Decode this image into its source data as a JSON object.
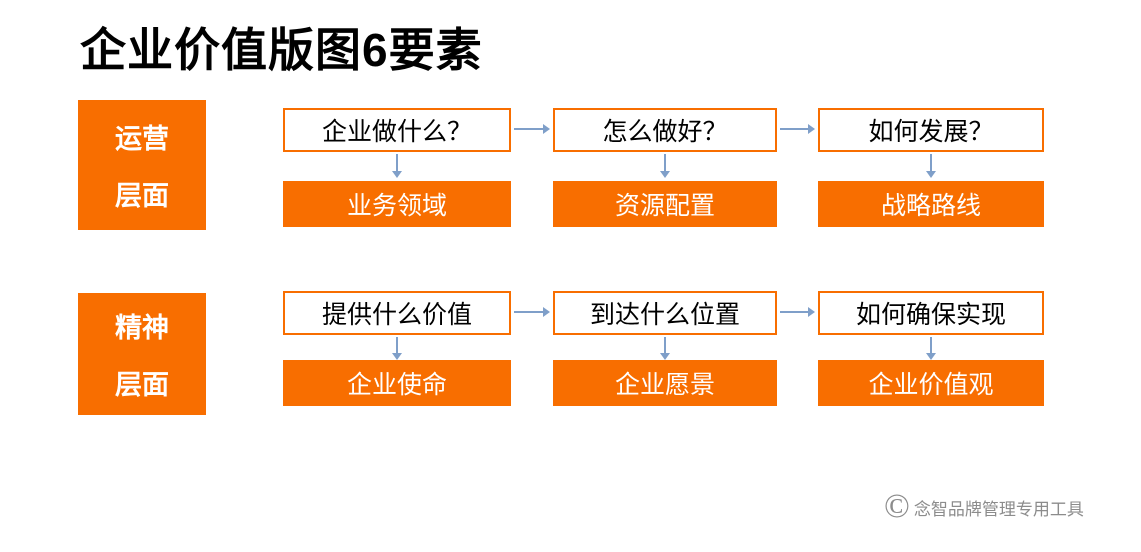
{
  "title": "企业价值版图6要素",
  "rows": [
    {
      "label_lines": [
        "运营",
        "层面"
      ],
      "columns": [
        {
          "question": "企业做什么？",
          "answer": "业务领域"
        },
        {
          "question": "怎么做好？",
          "answer": "资源配置"
        },
        {
          "question": "如何发展？",
          "answer": "战略路线"
        }
      ]
    },
    {
      "label_lines": [
        "精神",
        "层面"
      ],
      "columns": [
        {
          "question": "提供什么价值",
          "answer": "企业使命"
        },
        {
          "question": "到达什么位置",
          "answer": "企业愿景"
        },
        {
          "question": "如何确保实现",
          "answer": "企业价值观"
        }
      ]
    }
  ],
  "footer": {
    "copyright_symbol": "©",
    "text": "念智品牌管理专用工具"
  },
  "colors": {
    "accent_orange": "#F86E00",
    "arrow_blue": "#7F9FC9",
    "title_black": "#000000",
    "footer_gray": "#8C8C8C"
  }
}
